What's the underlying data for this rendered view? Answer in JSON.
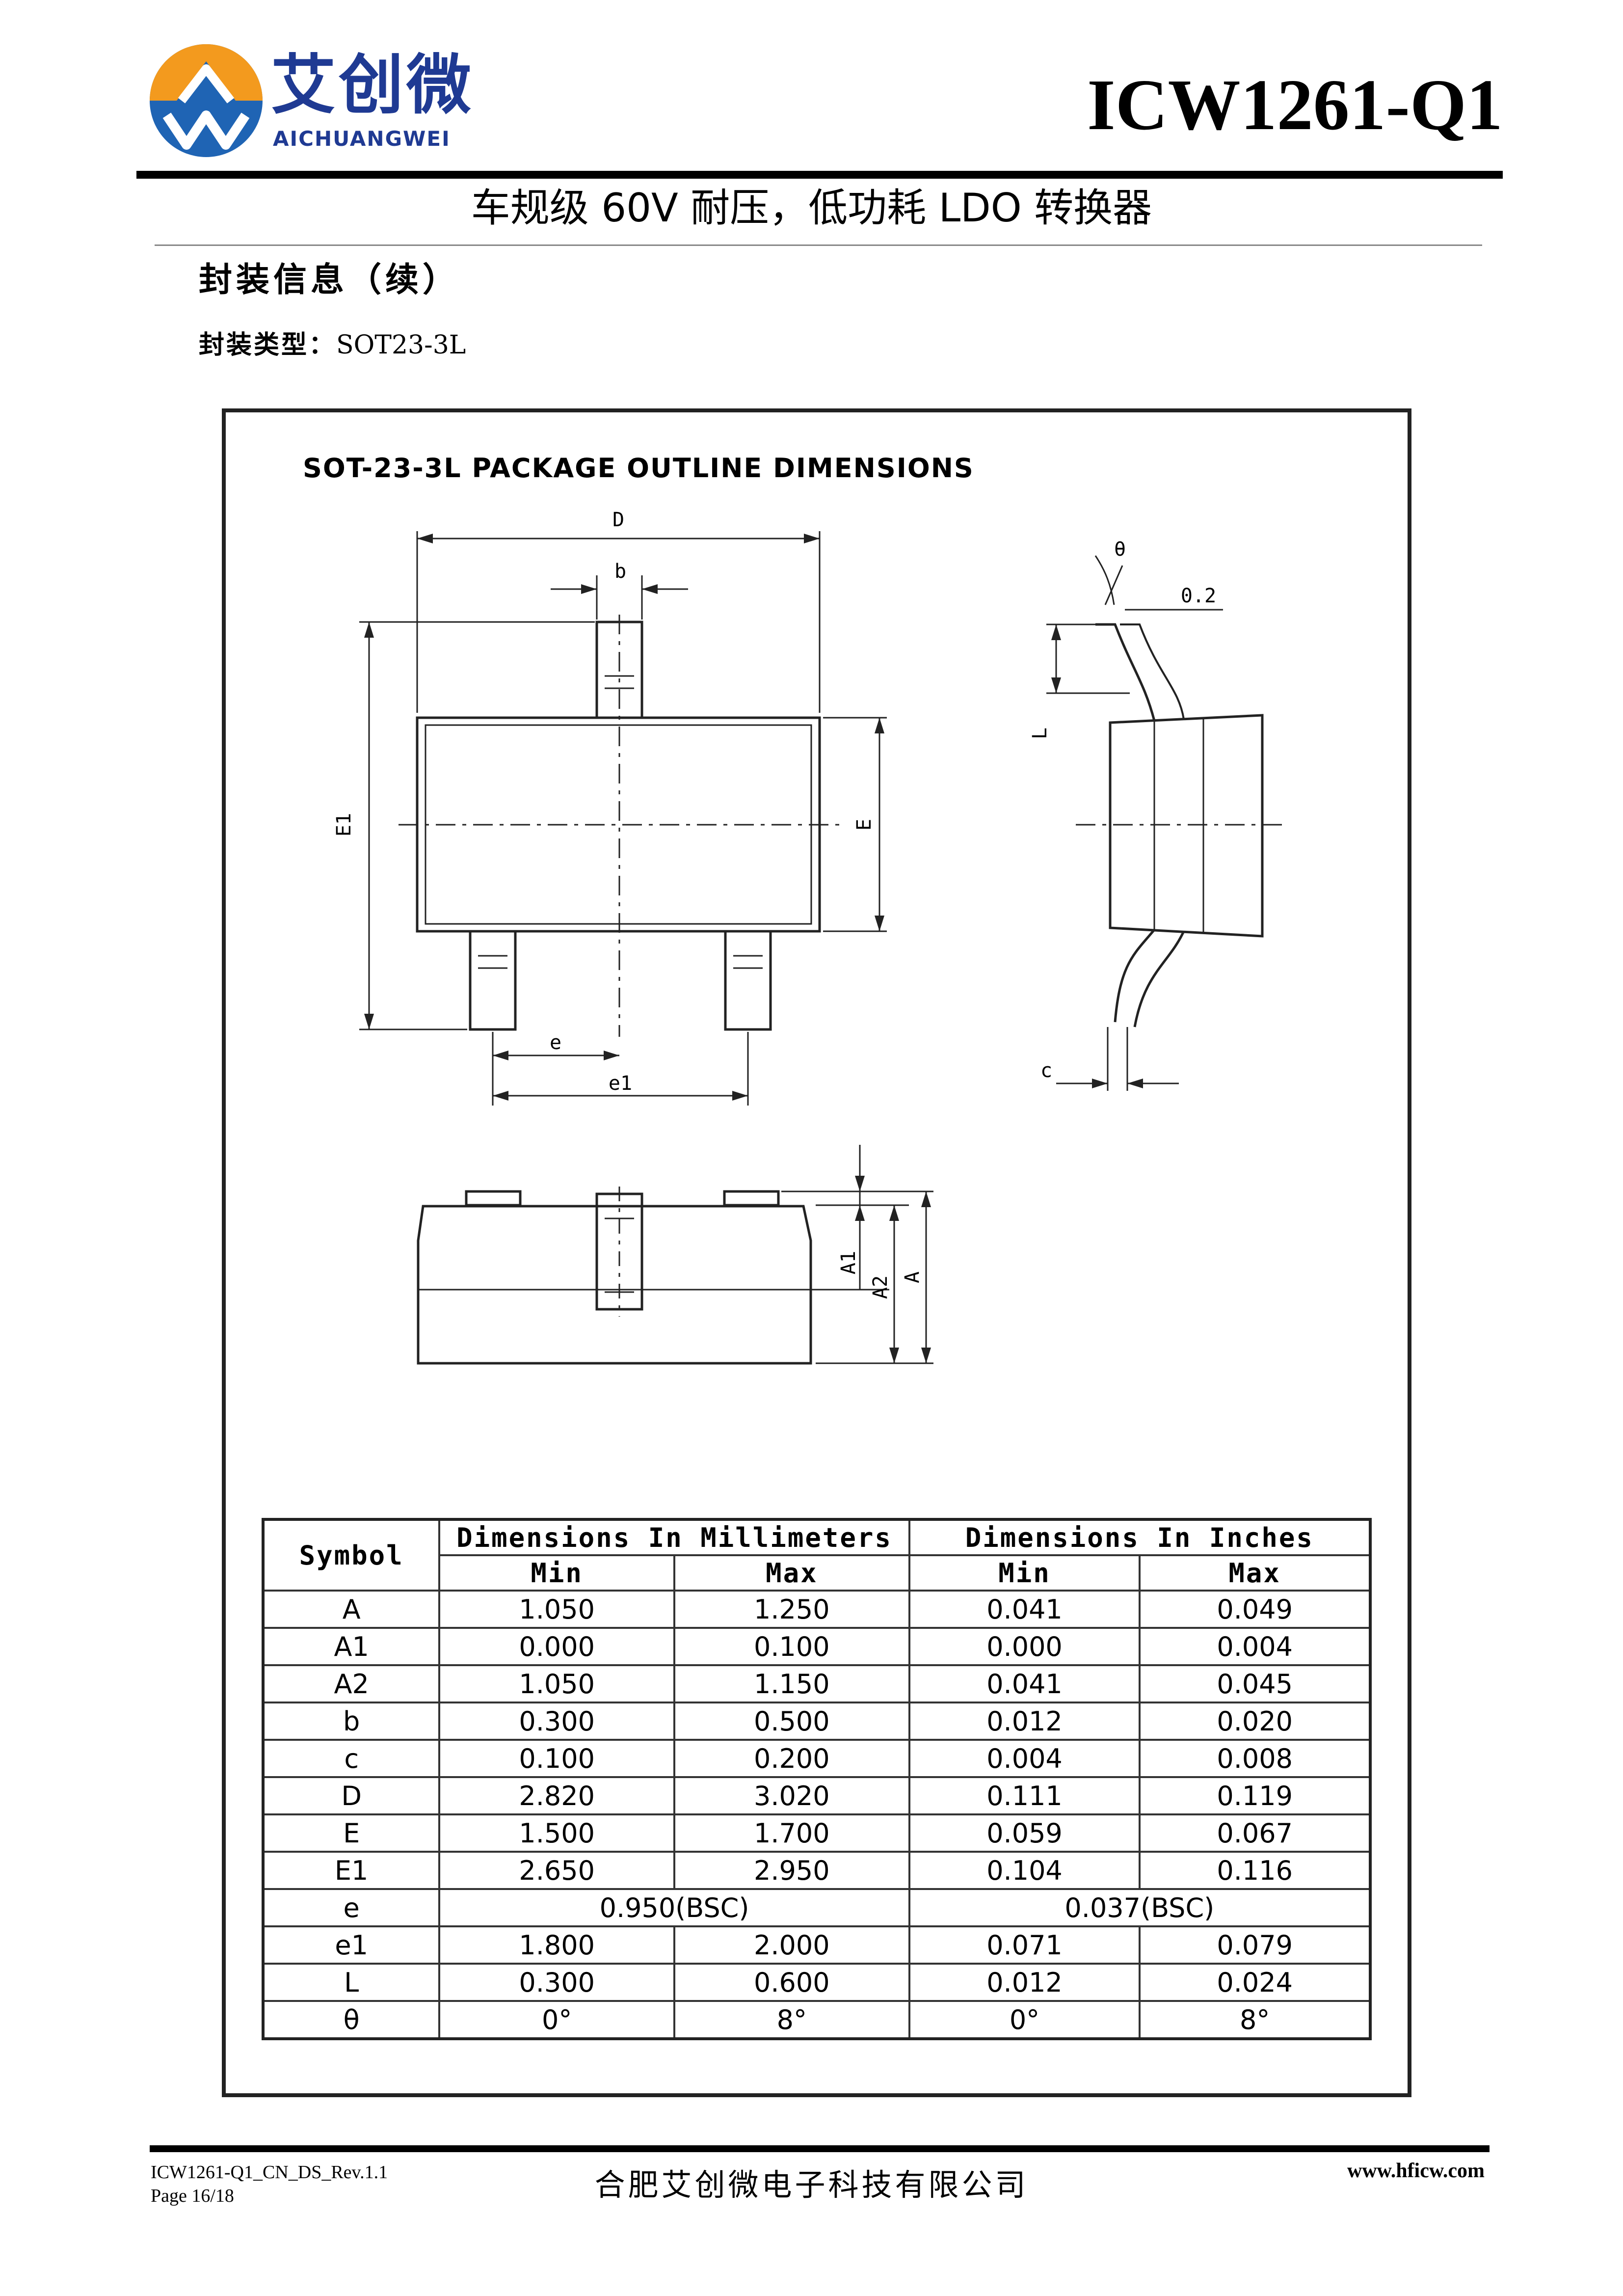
{
  "header": {
    "logo_cn": "艾创微",
    "logo_en": "AICHUANGWEI",
    "doc_code": "ICW1261-Q1",
    "title": "车规级 60V 耐压，低功耗 LDO 转换器"
  },
  "section": {
    "title": "封装信息（续）",
    "package_label": "封装类型：",
    "package_value": "SOT23-3L"
  },
  "drawing": {
    "title": "SOT-23-3L PACKAGE OUTLINE DIMENSIONS",
    "labels": {
      "D": "D",
      "b": "b",
      "E1": "E1",
      "E": "E",
      "e": "e",
      "e1": "e1",
      "theta": "θ",
      "gauge": "0.2",
      "L": "L",
      "c": "c",
      "A1": "A1",
      "A2": "A2",
      "A": "A"
    }
  },
  "table": {
    "symbol_header": "Symbol",
    "mm_header": "Dimensions In Millimeters",
    "in_header": "Dimensions In Inches",
    "min_label": "Min",
    "max_label": "Max",
    "rows": [
      {
        "symbol": "A",
        "mm_min": "1.050",
        "mm_max": "1.250",
        "in_min": "0.041",
        "in_max": "0.049"
      },
      {
        "symbol": "A1",
        "mm_min": "0.000",
        "mm_max": "0.100",
        "in_min": "0.000",
        "in_max": "0.004"
      },
      {
        "symbol": "A2",
        "mm_min": "1.050",
        "mm_max": "1.150",
        "in_min": "0.041",
        "in_max": "0.045"
      },
      {
        "symbol": "b",
        "mm_min": "0.300",
        "mm_max": "0.500",
        "in_min": "0.012",
        "in_max": "0.020"
      },
      {
        "symbol": "c",
        "mm_min": "0.100",
        "mm_max": "0.200",
        "in_min": "0.004",
        "in_max": "0.008"
      },
      {
        "symbol": "D",
        "mm_min": "2.820",
        "mm_max": "3.020",
        "in_min": "0.111",
        "in_max": "0.119"
      },
      {
        "symbol": "E",
        "mm_min": "1.500",
        "mm_max": "1.700",
        "in_min": "0.059",
        "in_max": "0.067"
      },
      {
        "symbol": "E1",
        "mm_min": "2.650",
        "mm_max": "2.950",
        "in_min": "0.104",
        "in_max": "0.116"
      },
      {
        "symbol": "e",
        "mm_bsc": "0.950(BSC)",
        "in_bsc": "0.037(BSC)"
      },
      {
        "symbol": "e1",
        "mm_min": "1.800",
        "mm_max": "2.000",
        "in_min": "0.071",
        "in_max": "0.079"
      },
      {
        "symbol": "L",
        "mm_min": "0.300",
        "mm_max": "0.600",
        "in_min": "0.012",
        "in_max": "0.024"
      },
      {
        "symbol": "θ",
        "mm_min": "0°",
        "mm_max": "8°",
        "in_min": "0°",
        "in_max": "8°"
      }
    ]
  },
  "footer": {
    "ds_name": "ICW1261-Q1_CN_DS_Rev.1.1",
    "page": "Page 16/18",
    "company": "合肥艾创微电子科技有限公司",
    "website": "www.hficw.com"
  },
  "colors": {
    "logo_orange": "#f39a1e",
    "logo_blue": "#1f64b4",
    "logo_text": "#1f3a93"
  }
}
